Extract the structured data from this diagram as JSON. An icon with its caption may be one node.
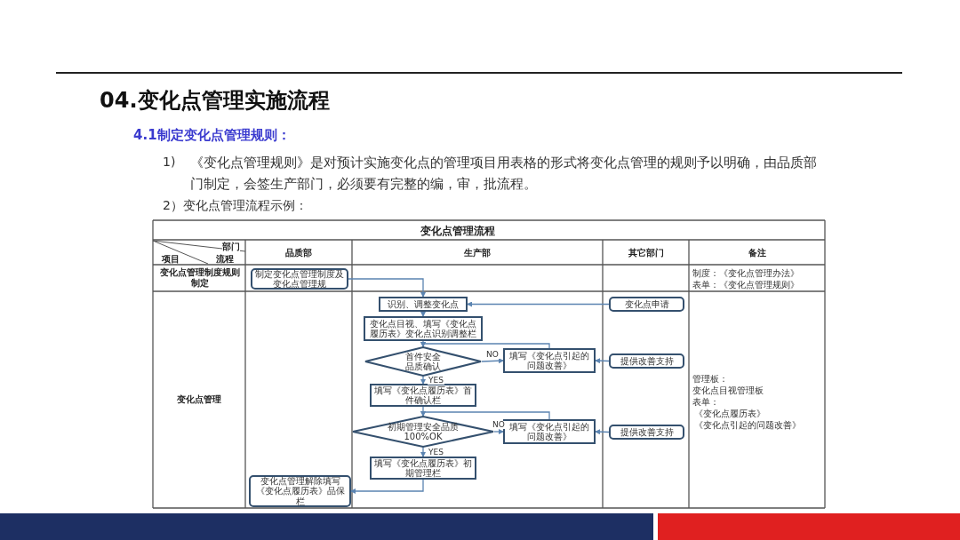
{
  "diagram": {
    "title": "04.变化点管理实施流程",
    "nodes": [
      {
        "text": [
          "制定变化点管理制度及变化点管理规"
        ]
      },
      {
        "text": [
          "识别、调整变化点"
        ]
      },
      {
        "text": [
          "变化点目视、填写《变化点履历表》变化点识别调整栏"
        ]
      },
      {
        "text": [
          "首件安全品质确认"
        ]
      },
      {
        "text": [
          "填写《变化点引起的问题改善》"
        ]
      },
      {
        "text": [
          "填写《变化点履历表》首件确认栏"
        ]
      },
      {
        "text": [
          "初期管理安全品质100%OK"
        ]
      },
      {
        "text": [
          "填写《变化点引起的问题改善》"
        ]
      },
      {
        "text": [
          "填写《变化点履历表》初期管理栏"
        ]
      },
      {
        "text": [
          "变化点管理解除填写《变化点履历表》品保栏"
        ]
      },
      {
        "text": [
          "变化点申请"
        ]
      },
      {
        "text": [
          "提供改善支持"
        ]
      },
      {
        "text": [
          "提供改善支持"
        ]
      }
    ],
    "edges": [
      {
        "from": 0,
        "to": 1,
        "arrow": "to"
      },
      {
        "from": 10,
        "to": 1,
        "arrow": "to"
      },
      {
        "from": 1,
        "to": 2,
        "arrow": "to"
      },
      {
        "from": 2,
        "to": 3,
        "arrow": "to"
      },
      {
        "from": 3,
        "to": 4,
        "arrow": "to",
        "label": "NO"
      },
      {
        "from": 4,
        "to": 3,
        "arrow": "to"
      },
      {
        "from": 3,
        "to": 5,
        "arrow": "to",
        "label": "YES"
      },
      {
        "from": 5,
        "to": 6,
        "arrow": "to"
      },
      {
        "from": 6,
        "to": 7,
        "arrow": "to",
        "label": "NO"
      },
      {
        "from": 7,
        "to": 6,
        "arrow": "to"
      },
      {
        "from": 6,
        "to": 8,
        "arrow": "to",
        "label": "YES"
      },
      {
        "from": 8,
        "to": 9,
        "arrow": "to"
      },
      {
        "from": 11,
        "to": 4,
        "arrow": "to"
      },
      {
        "from": 12,
        "to": 7,
        "arrow": "to"
      }
    ],
    "labels": [
      "4.1制定变化点管理规则：",
      "1)",
      "《变化点管理规则》是对预计实施变化点的管理项目用表格的形式将变化点管理的规则予以明确，由品质部门制定，会签生产部门，必须要有完整的编，审，批流程。",
      "2）变化点管理流程示例：",
      "变化点管理流程",
      "部门",
      "项目",
      "流程",
      "品质部",
      "生产部",
      "其它部门",
      "备注",
      "变化点管理制度规则制定",
      "制度：《变化点管理办法》",
      "表单：《变化点管理规则》",
      "变化点管理",
      "管理板：",
      "变化点目视管理板",
      "表单：",
      "《变化点履历表》",
      "《变化点引起的问题改善》"
    ]
  }
}
